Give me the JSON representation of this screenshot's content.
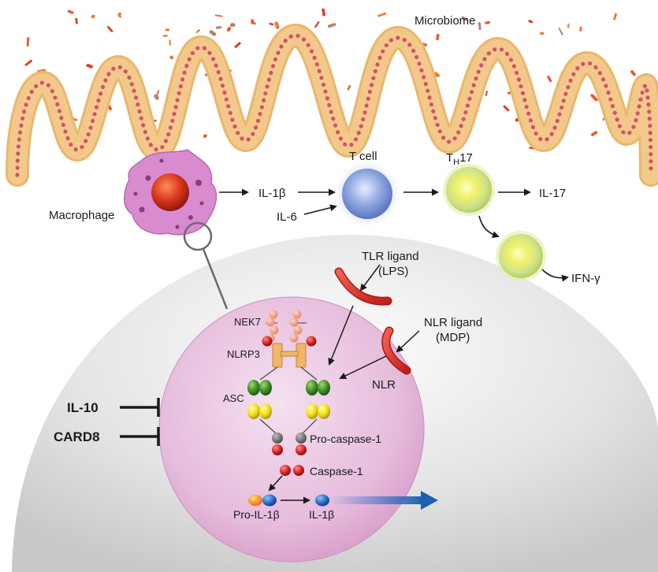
{
  "labels": {
    "microbiome": "Microbiome",
    "macrophage": "Macrophage",
    "il1b_top": "IL-1β",
    "il6": "IL-6",
    "tcell": "T cell",
    "th17_t": "T",
    "th17_h": "H",
    "th17_17": "17",
    "il17": "IL-17",
    "ifng": "IFN-γ",
    "tlr_ligand": "TLR ligand",
    "lps": "(LPS)",
    "nlr_ligand": "NLR ligand",
    "mdp": "(MDP)",
    "nlr": "NLR",
    "nek7": "NEK7",
    "nlrp3": "NLRP3",
    "asc": "ASC",
    "pro_caspase": "Pro-caspase-1",
    "caspase": "Caspase-1",
    "pro_il1b": "Pro-IL-1β",
    "il1b_inner": "IL-1β",
    "il10": "IL-10",
    "card8": "CARD8"
  },
  "colors": {
    "macrophage": "#d98bcf",
    "inner_cell": "#e8bfe0",
    "tcell": "#8ea7e0",
    "th17": "#d7e98a",
    "bacteria": "#ee5a2a",
    "green_domain": "#3f8f2a",
    "yellow_domain": "#f2e11a",
    "red_domain": "#d8262a",
    "nlrp3_bar": "#f2b66a",
    "arrow_blue": "#1f5fb0"
  }
}
